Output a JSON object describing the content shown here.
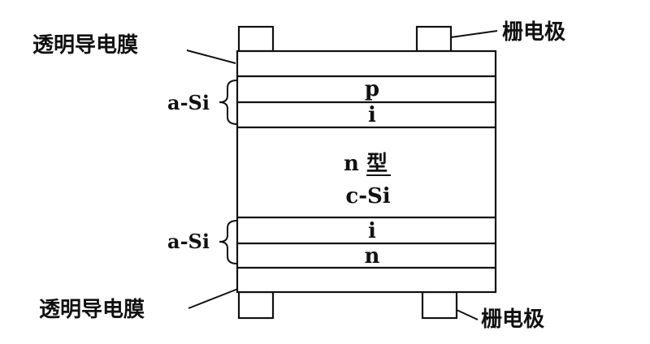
{
  "labels": {
    "top_electrode": "栅电极",
    "bottom_electrode": "栅电极",
    "top_film": "透明导电膜",
    "bottom_film": "透明导电膜",
    "top_asi": "a-Si",
    "bottom_asi": "a-Si"
  },
  "layers": {
    "p": "p",
    "i_top": "i",
    "core_line1": "n 型",
    "core_line2": "c-Si",
    "i_bottom": "i",
    "n": "n"
  },
  "colors": {
    "stroke": "#111111",
    "background": "#ffffff"
  }
}
